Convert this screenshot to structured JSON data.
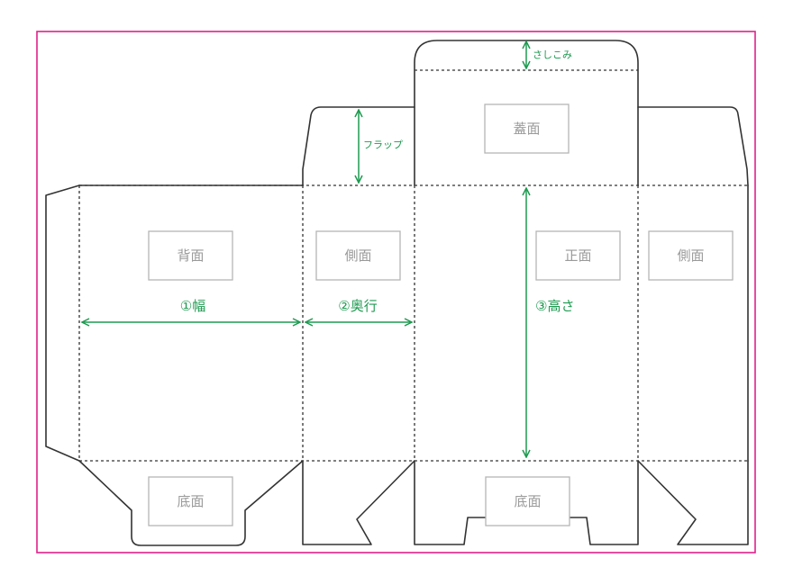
{
  "colors": {
    "frame": "#e0218a",
    "cut_line": "#333333",
    "fold_line": "#333333",
    "dimension": "#1e9a50",
    "label_border": "#b5b5b5",
    "label_text": "#9a9a9a"
  },
  "panels": {
    "back": "背面",
    "side_left": "側面",
    "front": "正面",
    "side_right": "側面",
    "lid": "蓋面",
    "bottom_left": "底面",
    "bottom_center": "底面"
  },
  "dimensions": {
    "width": "①幅",
    "depth": "②奥行",
    "height": "③高さ",
    "flap": "フラップ",
    "tuck": "さしこみ"
  }
}
